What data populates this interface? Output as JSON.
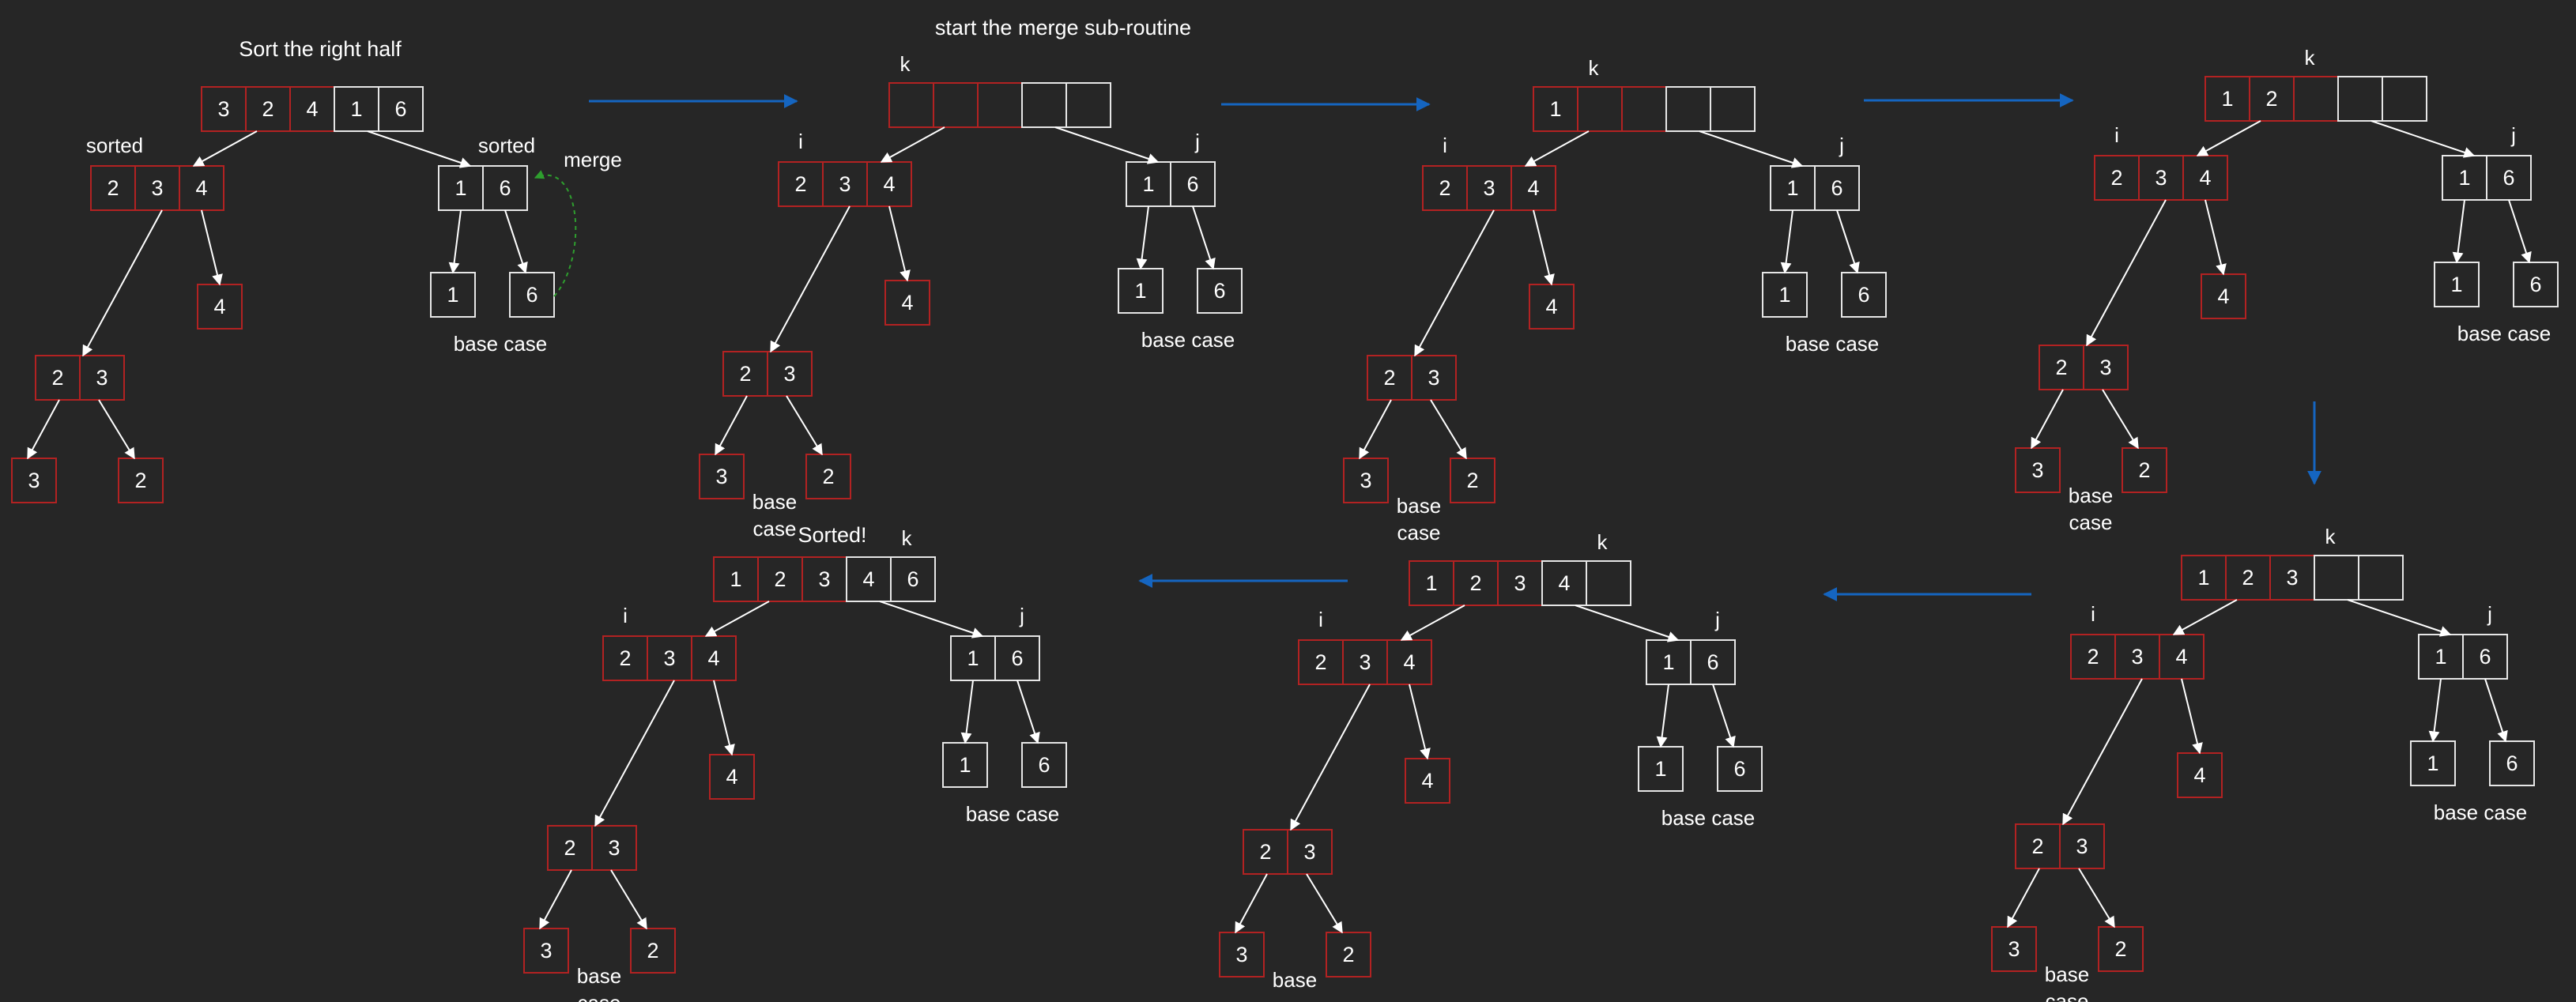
{
  "colors": {
    "background": "#262626",
    "text": "#ffffff",
    "red_outline": "#b22222",
    "gray_outline": "#e6e6e6",
    "edge": "#ffffff",
    "flow_arrow": "#1565c0",
    "merge_arrow": "#2e9e2e"
  },
  "panels": [
    {
      "id": "p1",
      "caption": "Sort the right half",
      "top": {
        "cells": [
          "3",
          "2",
          "4",
          "1",
          "6"
        ],
        "red_count": 3
      },
      "left": "2 3 4",
      "right": "1 6",
      "left_label": "sorted",
      "right_label": "sorted",
      "merge_label": "merge",
      "leaf": "4",
      "pair": "2 3",
      "pair_leaves": [
        "3",
        "2"
      ],
      "right_leaves": [
        "1",
        "6"
      ],
      "base_right": "base case"
    },
    {
      "id": "p2",
      "caption": "start the merge sub-routine",
      "top": {
        "cells": [
          "",
          "",
          "",
          "",
          ""
        ],
        "red_count": 3
      },
      "k": "k",
      "i": "i",
      "j": "j",
      "left": "2 3 4",
      "right": "1 6",
      "leaf": "4",
      "pair": "2 3",
      "pair_leaves": [
        "3",
        "2"
      ],
      "right_leaves": [
        "1",
        "6"
      ],
      "base_left": "base\ncase",
      "base_right": "base case"
    },
    {
      "id": "p3",
      "top": {
        "cells": [
          "1",
          "",
          "",
          "",
          ""
        ],
        "red_count": 3
      },
      "k": "k",
      "i": "i",
      "j": "j",
      "left": "2 3 4",
      "right": "1 6",
      "leaf": "4",
      "pair": "2 3",
      "pair_leaves": [
        "3",
        "2"
      ],
      "right_leaves": [
        "1",
        "6"
      ],
      "base_left": "base\ncase",
      "base_right": "base case"
    },
    {
      "id": "p4",
      "top": {
        "cells": [
          "1",
          "2",
          "",
          "",
          ""
        ],
        "red_count": 3
      },
      "k": "k",
      "i": "i",
      "j": "j",
      "left": "2 3 4",
      "right": "1 6",
      "leaf": "4",
      "pair": "2 3",
      "pair_leaves": [
        "3",
        "2"
      ],
      "right_leaves": [
        "1",
        "6"
      ],
      "base_left": "base\ncase",
      "base_right": "base case"
    },
    {
      "id": "p5",
      "top": {
        "cells": [
          "1",
          "2",
          "3",
          "",
          ""
        ],
        "red_count": 3
      },
      "k": "k",
      "i": "i",
      "j": "j",
      "left": "2 3 4",
      "right": "1 6",
      "leaf": "4",
      "pair": "2 3",
      "pair_leaves": [
        "3",
        "2"
      ],
      "right_leaves": [
        "1",
        "6"
      ],
      "base_left": "base\ncase",
      "base_right": "base case"
    },
    {
      "id": "p6",
      "top": {
        "cells": [
          "1",
          "2",
          "3",
          "4",
          ""
        ],
        "red_count": 3
      },
      "k": "k",
      "i": "i",
      "j": "j",
      "left": "2 3 4",
      "right": "1 6",
      "leaf": "4",
      "pair": "2 3",
      "pair_leaves": [
        "3",
        "2"
      ],
      "right_leaves": [
        "1",
        "6"
      ],
      "base_left": "base\ncase",
      "base_right": "base case"
    },
    {
      "id": "p7",
      "caption": "Sorted!",
      "top": {
        "cells": [
          "1",
          "2",
          "3",
          "4",
          "6"
        ],
        "red_count": 3
      },
      "k": "k",
      "i": "i",
      "j": "j",
      "left": "2 3 4",
      "right": "1 6",
      "leaf": "4",
      "pair": "2 3",
      "pair_leaves": [
        "3",
        "2"
      ],
      "right_leaves": [
        "1",
        "6"
      ],
      "base_left": "base\ncase",
      "base_right": "base case"
    }
  ]
}
